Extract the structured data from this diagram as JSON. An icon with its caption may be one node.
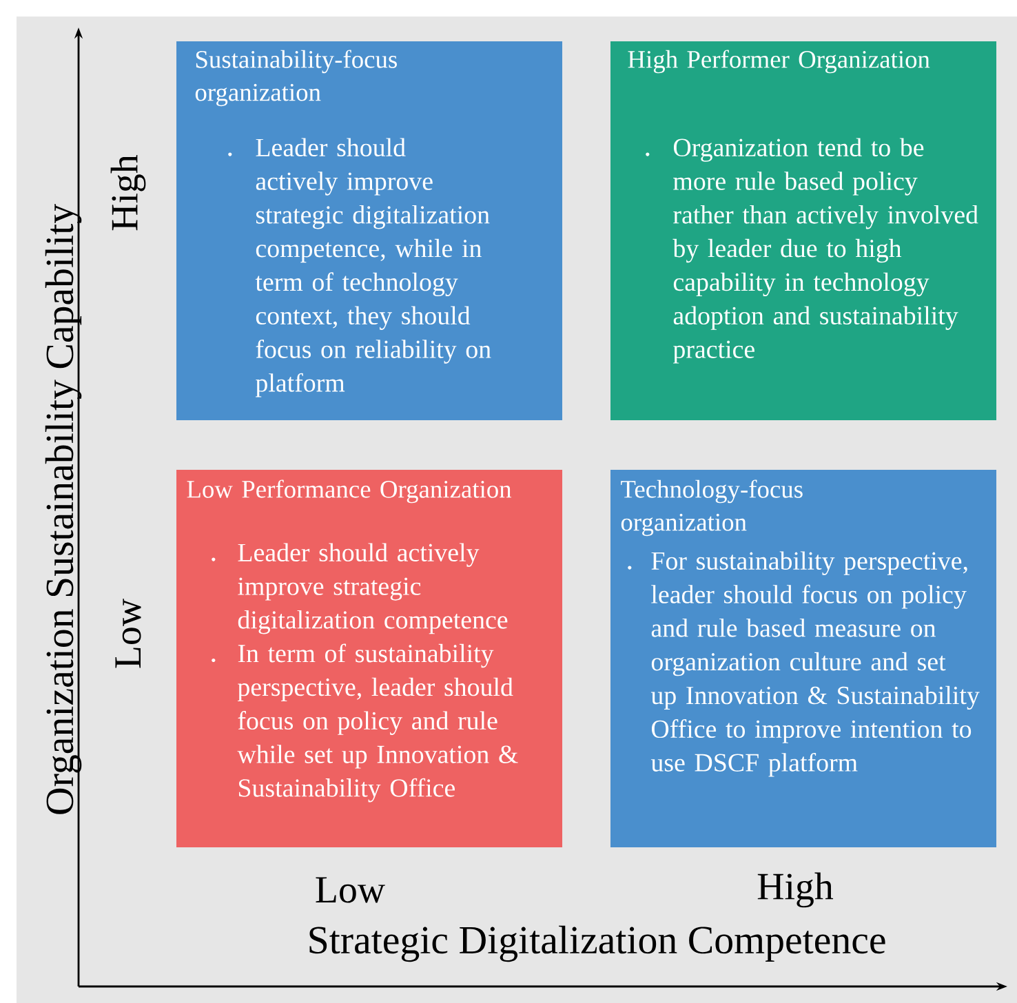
{
  "diagram": {
    "nodes": [
      {
        "text": [
          "Sustainability-focus organization",
          "Leader should actively improve strategic digitalization competence, while in term of technology context, they should focus on reliability on platform"
        ]
      },
      {
        "text": [
          "High Performer Organization",
          "Organization tend to be more rule based policy rather than actively involved by leader due to high capability in technology adoption and sustainability practice"
        ]
      },
      {
        "text": [
          "Low Performance Organization",
          "Leader should actively improve strategic digitalization competence",
          "In term of sustainability perspective, leader should focus on policy and rule while set up Innovation & Sustainability Office"
        ]
      },
      {
        "text": [
          "Technology-focus organization",
          "For sustainability perspective, leader should focus on policy and rule based measure on organization culture and set up Innovation & Sustainability Office to improve intention to use DSCF platform"
        ]
      }
    ],
    "labels": [
      "Organization Sustainability Capability",
      "High",
      "Low",
      "Low",
      "High",
      "Strategic Digitalization Competence"
    ]
  }
}
